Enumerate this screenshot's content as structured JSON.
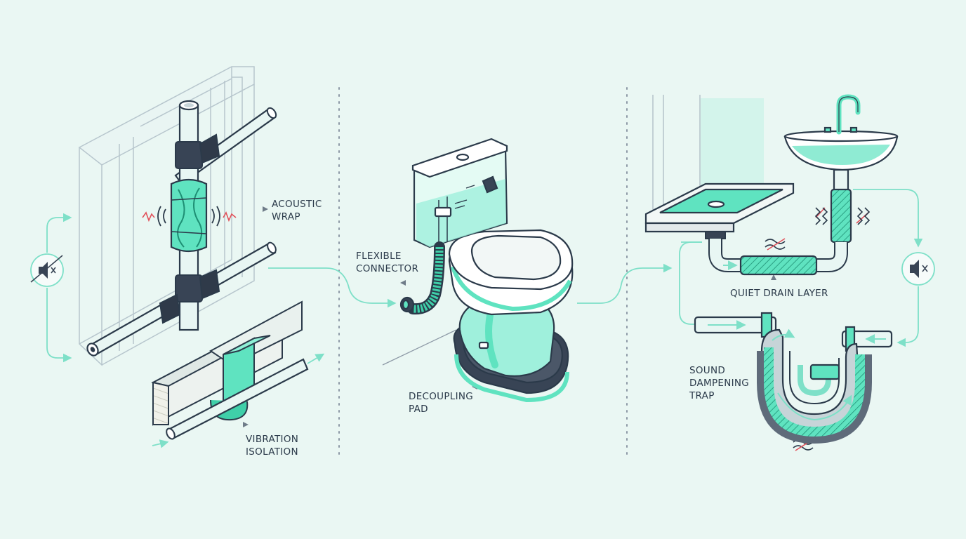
{
  "labels": {
    "acoustic_wrap": "ACOUSTIC\nWRAP",
    "vibration_isolation": "VIBRATION\nISOLATION",
    "flexible_connector": "FLEXIBLE\nCONNECTOR",
    "decoupling_pad": "DECOUPLING\nPAD",
    "quiet_drain_layer": "QUIET DRAIN LAYER",
    "sound_dampening_trap": "SOUND\nDAMPENING\nTRAP"
  },
  "icons": [
    "muted-speaker-icon",
    "muted-speaker-icon",
    "noise-wave-icon",
    "vibration-icon"
  ],
  "colors": {
    "background": "#eaf7f3",
    "outline": "#2b3a4a",
    "accent": "#5fe3c0",
    "accent_dark": "#36c9a3",
    "flow": "#7ee0c8",
    "pipe": "#e8f6f3",
    "insulation_dark": "#384455",
    "noise": "#e2515a"
  }
}
